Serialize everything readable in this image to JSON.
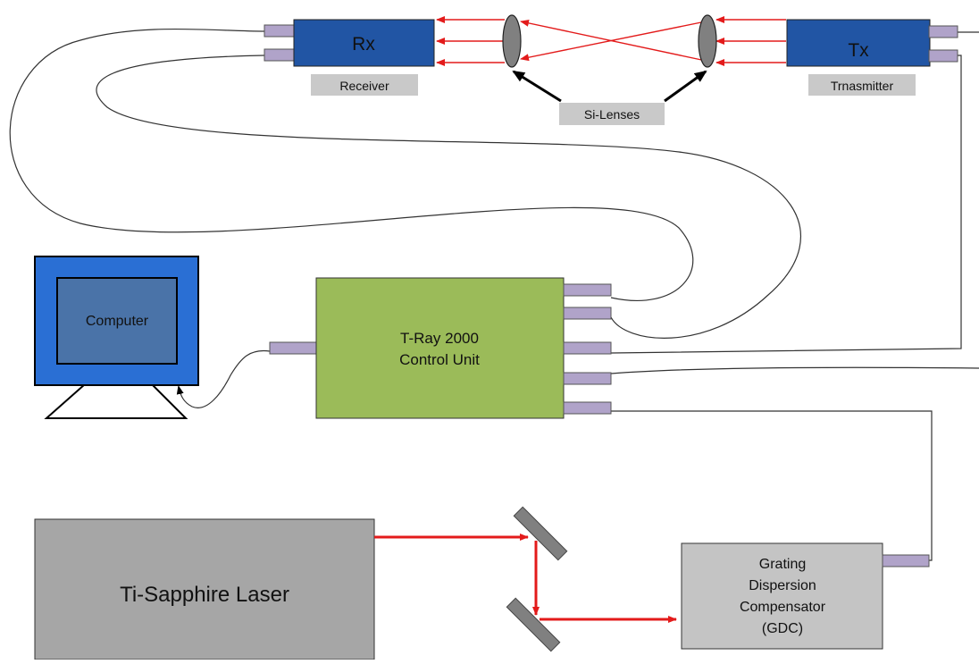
{
  "labels": {
    "rx": "Rx",
    "tx": "Tx",
    "receiver": "Receiver",
    "transmitter": "Trnasmitter",
    "si_lenses": "Si-Lenses",
    "computer": "Computer",
    "control_unit_line1": "T-Ray 2000",
    "control_unit_line2": "Control Unit",
    "laser": "Ti-Sapphire Laser",
    "gdc_line1": "Grating",
    "gdc_line2": "Dispersion",
    "gdc_line3": "Compensator",
    "gdc_line4": "(GDC)"
  },
  "colors": {
    "module_blue": "#2155a4",
    "monitor_blue": "#2a6fd4",
    "screen_blue": "#4a73a8",
    "control_green": "#9bbb59",
    "connector_purple": "#b0a3c9",
    "label_gray": "#c9c9c9",
    "laser_gray": "#a6a6a6",
    "gdc_gray": "#c4c4c4",
    "beam_red": "#e31b1b",
    "lens_gray": "#808080"
  },
  "icons": {
    "computer": "monitor-icon",
    "lens": "lens-icon",
    "mirror": "mirror-icon"
  }
}
